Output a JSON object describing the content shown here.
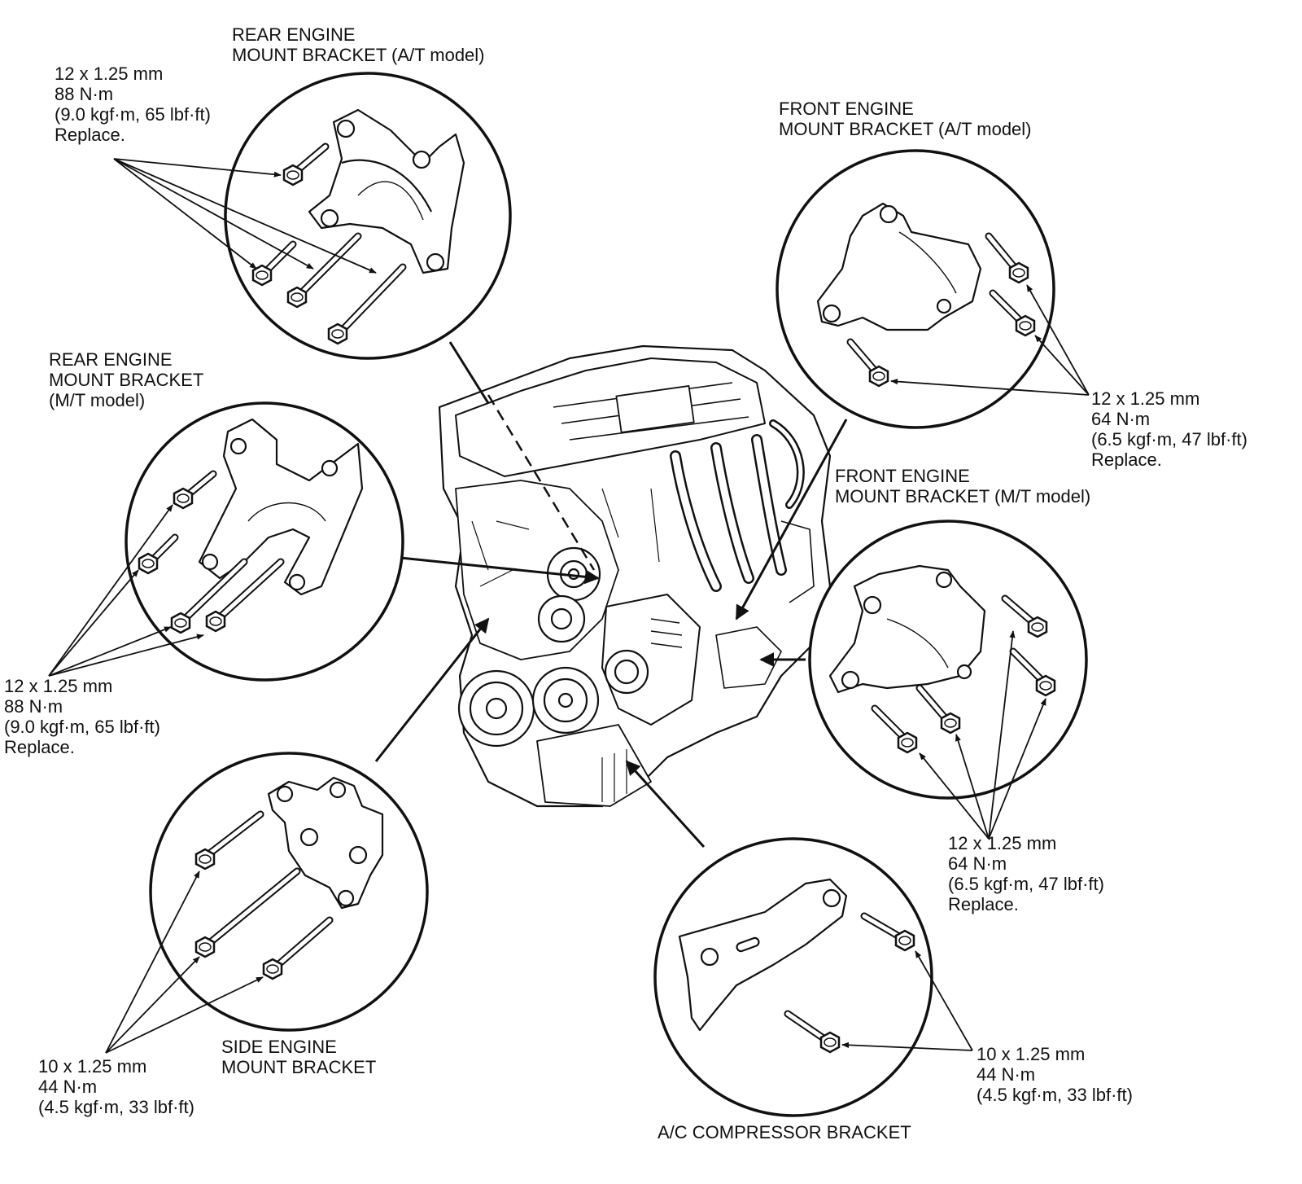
{
  "labels": {
    "rear_at": {
      "title": [
        "REAR ENGINE",
        "MOUNT BRACKET (A/T model)"
      ],
      "spec": [
        "12 x 1.25 mm",
        "88 N·m",
        "(9.0 kgf·m, 65 lbf·ft)",
        "Replace."
      ]
    },
    "rear_mt": {
      "title": [
        "REAR ENGINE",
        "MOUNT BRACKET",
        "(M/T model)"
      ],
      "spec": [
        "12 x 1.25 mm",
        "88 N·m",
        "(9.0 kgf·m, 65 lbf·ft)",
        "Replace."
      ]
    },
    "front_at": {
      "title": [
        "FRONT ENGINE",
        "MOUNT BRACKET (A/T model)"
      ],
      "spec": [
        "12 x 1.25 mm",
        "64 N·m",
        "(6.5 kgf·m, 47 lbf·ft)",
        "Replace."
      ]
    },
    "front_mt": {
      "title": [
        "FRONT ENGINE",
        "MOUNT BRACKET (M/T model)"
      ],
      "spec": [
        "12 x 1.25 mm",
        "64 N·m",
        "(6.5 kgf·m, 47 lbf·ft)",
        "Replace."
      ]
    },
    "side": {
      "title": [
        "SIDE ENGINE",
        "MOUNT BRACKET"
      ],
      "spec": [
        "10 x 1.25 mm",
        "44 N·m",
        "(4.5 kgf·m, 33 lbf·ft)"
      ]
    },
    "ac": {
      "title": [
        "A/C COMPRESSOR BRACKET"
      ],
      "spec": [
        "10 x 1.25 mm",
        "44 N·m",
        "(4.5 kgf·m, 33 lbf·ft)"
      ]
    }
  },
  "colors": {
    "ink": "#111111",
    "paper": "#ffffff"
  }
}
